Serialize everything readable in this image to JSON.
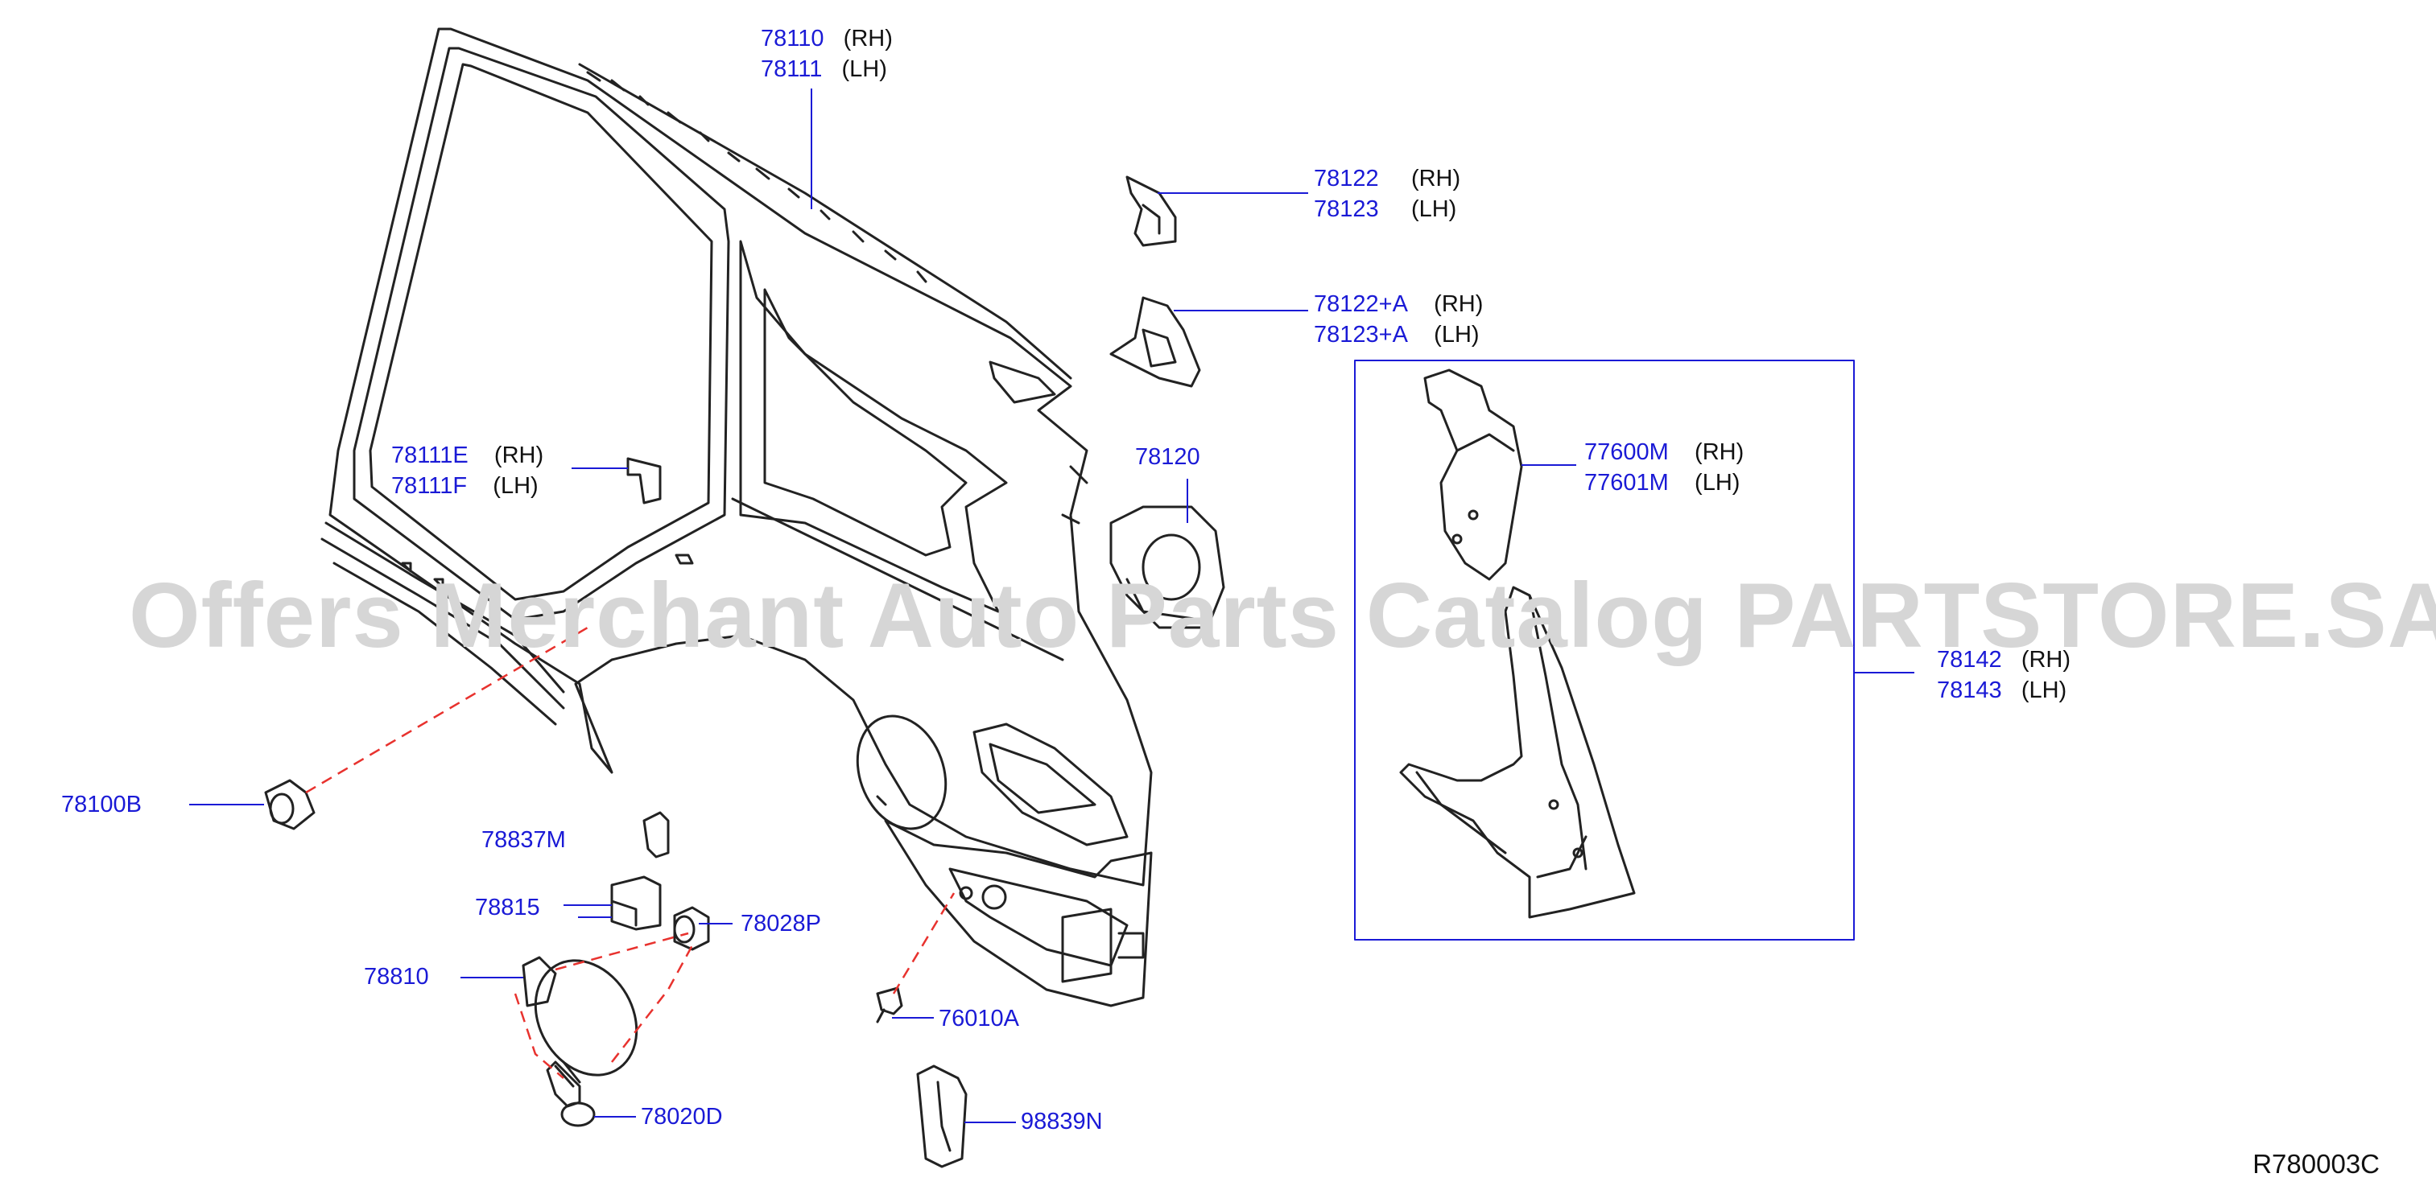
{
  "watermark": "Offers Merchant Auto Parts Catalog PARTSTORE.SA",
  "diagram_code": "R780003C",
  "colors": {
    "part_number": "#1a1ad6",
    "side": "#111111",
    "leader": "#1a1ad6",
    "hidden_line": "#e8322e",
    "drawing": "#222222",
    "watermark": "#d6d6d6"
  },
  "callouts": [
    {
      "id": "c78110",
      "lines": [
        {
          "part": "78110",
          "side": "(RH)"
        },
        {
          "part": "78111",
          "side": "(LH)"
        }
      ]
    },
    {
      "id": "c78122",
      "lines": [
        {
          "part": "78122",
          "side": "(RH)"
        },
        {
          "part": "78123",
          "side": "(LH)"
        }
      ]
    },
    {
      "id": "c78122a",
      "lines": [
        {
          "part": "78122+A",
          "side": "(RH)"
        },
        {
          "part": "78123+A",
          "side": "(LH)"
        }
      ]
    },
    {
      "id": "c78111e",
      "lines": [
        {
          "part": "78111E",
          "side": "(RH)"
        },
        {
          "part": "78111F",
          "side": "(LH)"
        }
      ]
    },
    {
      "id": "c78120",
      "lines": [
        {
          "part": "78120",
          "side": ""
        }
      ]
    },
    {
      "id": "c77600m",
      "lines": [
        {
          "part": "77600M",
          "side": "(RH)"
        },
        {
          "part": "77601M",
          "side": "(LH)"
        }
      ]
    },
    {
      "id": "c78142",
      "lines": [
        {
          "part": "78142",
          "side": "(RH)"
        },
        {
          "part": "78143",
          "side": "(LH)"
        }
      ]
    },
    {
      "id": "c78100b",
      "lines": [
        {
          "part": "78100B",
          "side": ""
        }
      ]
    },
    {
      "id": "c78837m",
      "lines": [
        {
          "part": "78837M",
          "side": ""
        }
      ]
    },
    {
      "id": "c78815",
      "lines": [
        {
          "part": "78815",
          "side": ""
        }
      ]
    },
    {
      "id": "c78028p",
      "lines": [
        {
          "part": "78028P",
          "side": ""
        }
      ]
    },
    {
      "id": "c78810",
      "lines": [
        {
          "part": "78810",
          "side": ""
        }
      ]
    },
    {
      "id": "c76010a",
      "lines": [
        {
          "part": "76010A",
          "side": ""
        }
      ]
    },
    {
      "id": "c78020d",
      "lines": [
        {
          "part": "78020D",
          "side": ""
        }
      ]
    },
    {
      "id": "c98839n",
      "lines": [
        {
          "part": "98839N",
          "side": ""
        }
      ]
    }
  ]
}
